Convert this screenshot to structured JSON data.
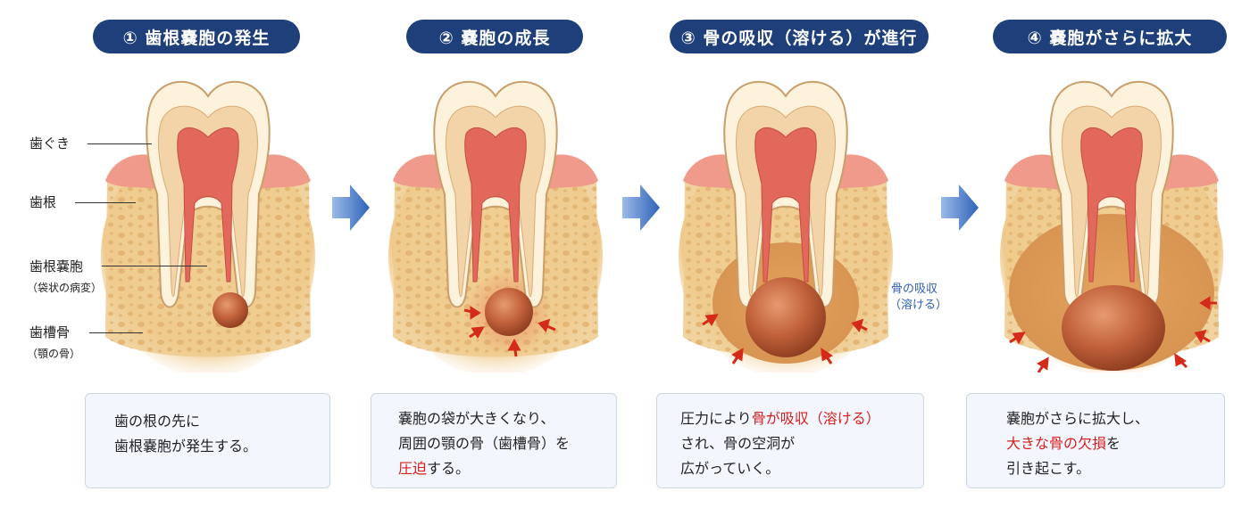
{
  "stages": [
    {
      "title": "① 歯根嚢胞の発生"
    },
    {
      "title": "② 嚢胞の成長"
    },
    {
      "title": "③ 骨の吸収（溶ける）が進行"
    },
    {
      "title": "④ 嚢胞がさらに拡大"
    }
  ],
  "labels": {
    "gum": "歯ぐき",
    "root": "歯根",
    "cyst": "歯根嚢胞",
    "cyst_note": "（袋状の病変）",
    "bone": "歯槽骨",
    "bone_note": "（顎の骨）"
  },
  "resorption": {
    "line1": "骨の吸収",
    "line2": "（溶ける）"
  },
  "descriptions": {
    "s1": {
      "line1": "歯の根の先に",
      "line2": "歯根嚢胞が発生する。"
    },
    "s2": {
      "line1": "嚢胞の袋が大きくなり、",
      "line2": "周囲の顎の骨（歯槽骨）を",
      "line3_hl": "圧迫",
      "line3_rest": "する。"
    },
    "s3": {
      "line1_pre": "圧力により",
      "line1_hl": "骨が吸収（溶ける）",
      "line2": "され、骨の空洞が",
      "line3": "広がっていく。"
    },
    "s4": {
      "line1": "嚢胞がさらに拡大し、",
      "line2_hl": "大きな骨の欠損",
      "line2_rest": "を",
      "line3": "引き起こす。"
    }
  },
  "colors": {
    "title_bg": "#1e3f7a",
    "arrow": "#3a6fc4",
    "highlight": "#d62020",
    "pressure_arrow": "#d42a1a",
    "bone": "#f1cf94",
    "gum": "#ef9a8a",
    "pulp": "#e2685c",
    "cyst": "#b5532f"
  },
  "icons": [
    "flow-arrow-icon",
    "pressure-arrow-icon"
  ]
}
